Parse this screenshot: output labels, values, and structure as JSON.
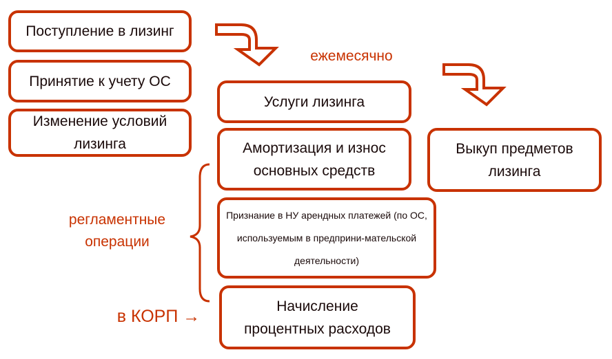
{
  "boxes": {
    "leasing_receipt": "Поступление в лизинг",
    "asset_registration": "Принятие к учету ОС",
    "terms_change": "Изменение условий лизинга",
    "leasing_services": "Услуги лизинга",
    "depreciation": "Амортизация и износ основных средств",
    "tax_recognition": "Признание в НУ арендных платежей (по ОС, используемым в предприни-мательской деятельности)",
    "interest_accrual": "Начисление процентных расходов",
    "buyout": "Выкуп предметов лизинга"
  },
  "labels": {
    "monthly": "ежемесячно",
    "routine_operations": "регламентные операции",
    "in_korp": "в КОРП →"
  },
  "colors": {
    "accent": "#c83200",
    "text": "#1a0a0a"
  }
}
